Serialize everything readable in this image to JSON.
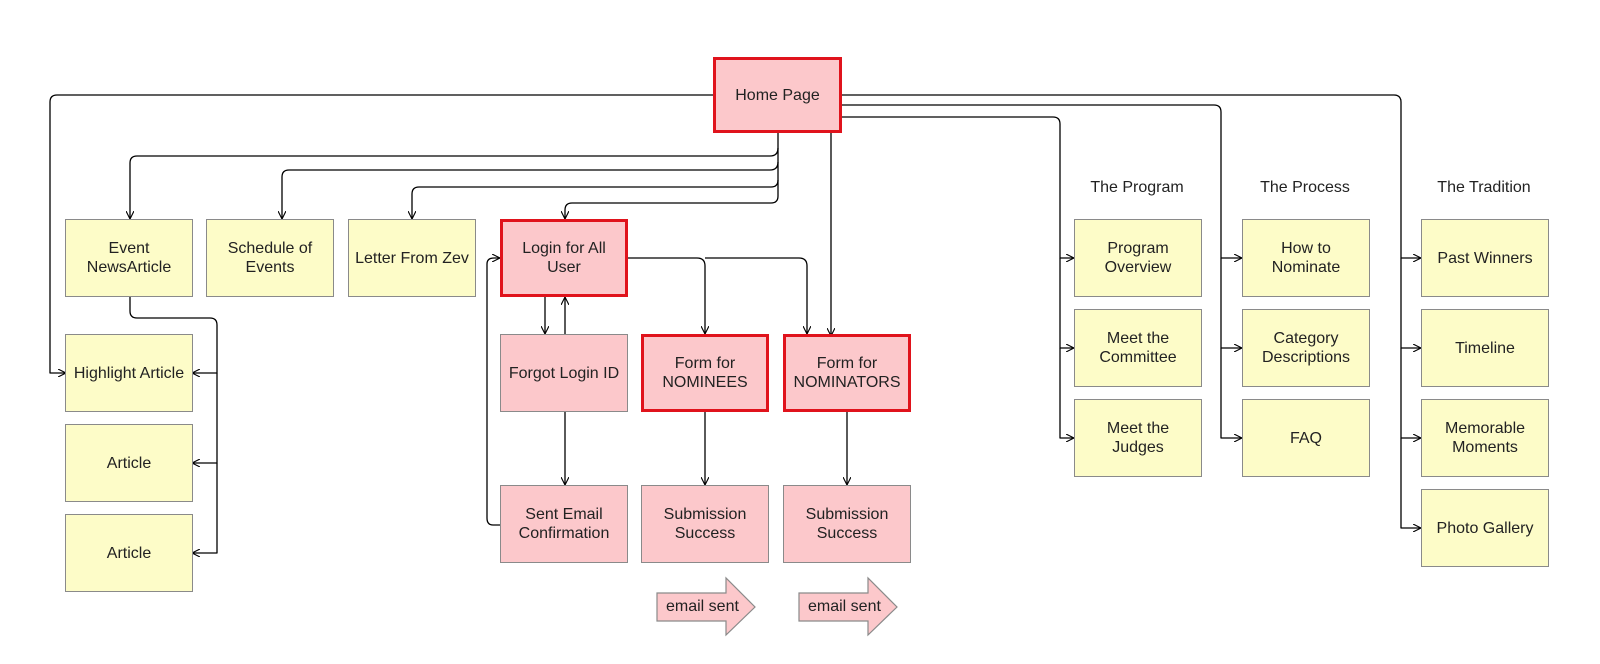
{
  "nodes": {
    "home": "Home Page",
    "event_news": "Event\nNewsArticle",
    "schedule": "Schedule of\nEvents",
    "letter": "Letter From Zev",
    "login": "Login for All\nUser",
    "forgot": "Forgot Login ID",
    "sent_email": "Sent Email\nConfirmation",
    "form_nominees": "Form for\nNOMINEES",
    "form_nominators": "Form for\nNOMINATORS",
    "success_nominees": "Submission\nSuccess",
    "success_nominators": "Submission\nSuccess",
    "highlight": "Highlight Article",
    "article1": "Article",
    "article2": "Article",
    "program_overview": "Program\nOverview",
    "meet_committee": "Meet the\nCommittee",
    "meet_judges": "Meet the\nJudges",
    "how_nominate": "How to\nNominate",
    "category": "Category\nDescriptions",
    "faq": "FAQ",
    "past_winners": "Past Winners",
    "timeline": "Timeline",
    "memorable": "Memorable\nMoments",
    "photo": "Photo Gallery"
  },
  "groups": {
    "program": "The Program",
    "process": "The Process",
    "tradition": "The Tradition"
  },
  "email_sent": [
    "email sent",
    "email sent"
  ],
  "colors": {
    "page_fill": "#fdfcc8",
    "form_fill": "#fcc8cb",
    "highlight_border": "#e0131c",
    "connector": "#000000"
  }
}
